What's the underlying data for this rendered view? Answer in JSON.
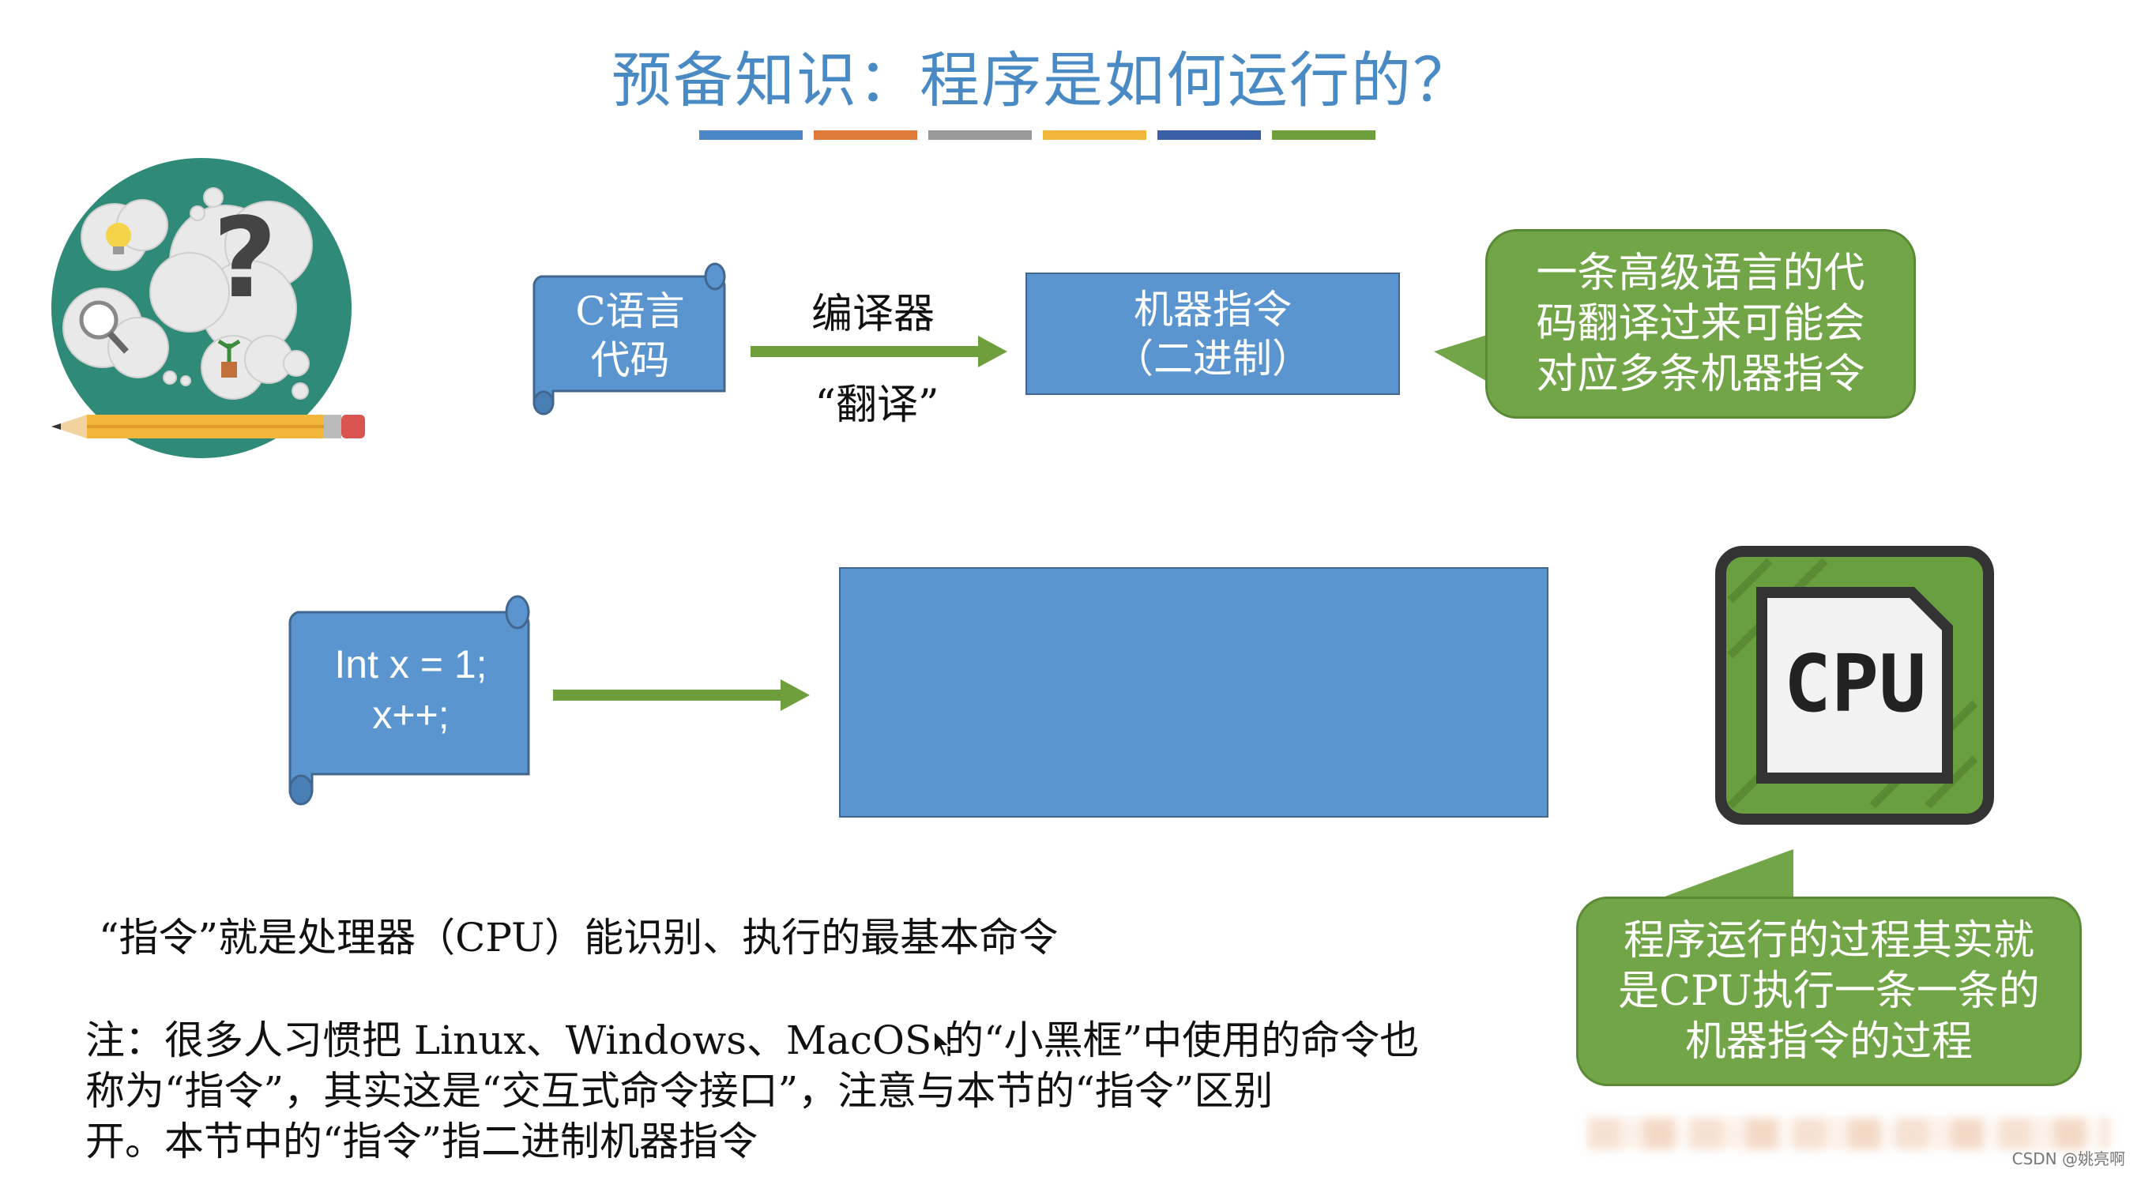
{
  "slide": {
    "title": "预备知识：程序是如何运行的？",
    "title_bar_colors": [
      "#4a86c6",
      "#e07a3a",
      "#9a9a9a",
      "#f2b63a",
      "#3a5ea8",
      "#6f9f3c"
    ]
  },
  "top_row": {
    "scroll_line1": "C语言",
    "scroll_line2": "代码",
    "compiler_label": "编译器",
    "translate_label": "“翻译”",
    "machine_line1": "机器指令",
    "machine_line2": "（二进制）",
    "bubble_line1": "一条高级语言的代",
    "bubble_line2": "码翻译过来可能会",
    "bubble_line3": "对应多条机器指令"
  },
  "middle_row": {
    "code_line1": "Int x = 1;",
    "code_line2": "x++;",
    "chip_label": "CPU",
    "bubble_line1": "程序运行的过程其实就",
    "bubble_line2": "是CPU执行一条一条的",
    "bubble_line3": "机器指令的过程"
  },
  "notes": {
    "definition": "“指令”就是处理器（CPU）能识别、执行的最基本命令",
    "note_line1": "注：很多人习惯把 Linux、Windows、MacOS 的“小黑框”中使用的命令也",
    "note_line2": "称为“指令”，其实这是“交互式命令接口”，注意与本节的“指令”区别",
    "note_line3": "开。本节中的“指令”指二进制机器指令"
  },
  "watermark": "CSDN @姚亮啊",
  "colors": {
    "box_blue": "#5b95cf",
    "bubble_green": "#72a548",
    "arrow_green": "#6f9f3c",
    "title_blue": "#4a8ac4"
  }
}
